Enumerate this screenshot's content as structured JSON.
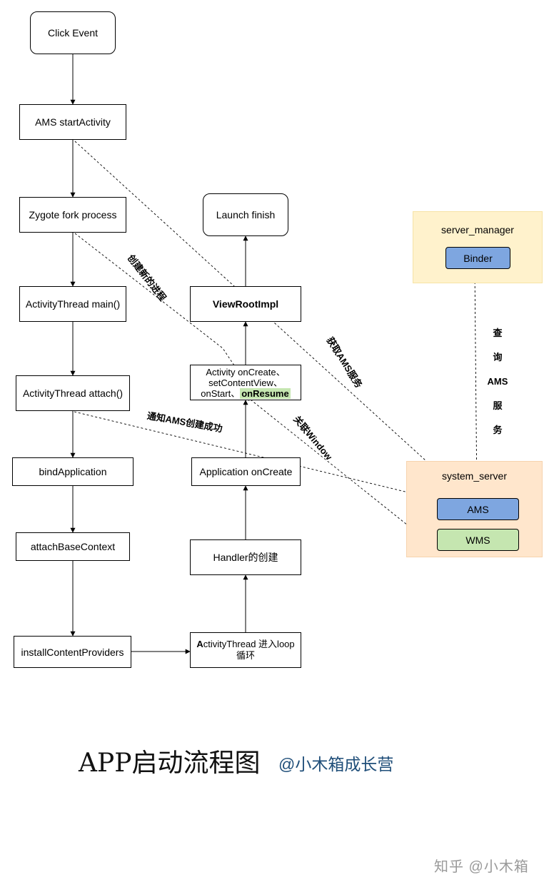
{
  "nodes": {
    "click_event": "Click Event",
    "ams_start_activity": "AMS startActivity",
    "zygote_fork": "Zygote fork process",
    "activity_thread_main": "ActivityThread main()",
    "activity_thread_attach": "ActivityThread attach()",
    "bind_application": "bindApplication",
    "attach_base_context": "attachBaseContext",
    "install_content_providers": "installContentProviders",
    "activity_thread_loop_a": "A",
    "activity_thread_loop_rest": "ctivityThread 进入loop",
    "activity_thread_loop_line2": "循环",
    "handler_create": "Handler的创建",
    "application_on_create": "Application onCreate",
    "activity_lifecycle_line1": "Activity onCreate、",
    "activity_lifecycle_line2": "setContentView、",
    "activity_lifecycle_line3": "onStart、",
    "activity_lifecycle_on_resume": "onResume",
    "view_root_impl": "ViewRootImpl",
    "launch_finish": "Launch finish"
  },
  "groups": {
    "server_manager": {
      "label": "server_manager",
      "binder": "Binder"
    },
    "system_server": {
      "label": "system_server",
      "ams": "AMS",
      "wms": "WMS"
    }
  },
  "edge_labels": {
    "create_new_process": "创建新的进程",
    "get_ams_service": "获取AMS服务",
    "notify_ams_created": "通知AMS创建成功",
    "associate_window": "关联Window",
    "query_ams_service": "查\n询\nAMS\n服\n务"
  },
  "footer": {
    "title": "APP启动流程图",
    "subtitle": "@小木箱成长营",
    "watermark": "知乎 @小木箱"
  },
  "colors": {
    "server_manager_bg": "#fff2cc",
    "system_server_bg": "#ffe6cc",
    "ams_fill": "#7ea6e0",
    "wms_fill": "#c5e6b0",
    "subtitle_color": "#1f4e79"
  }
}
